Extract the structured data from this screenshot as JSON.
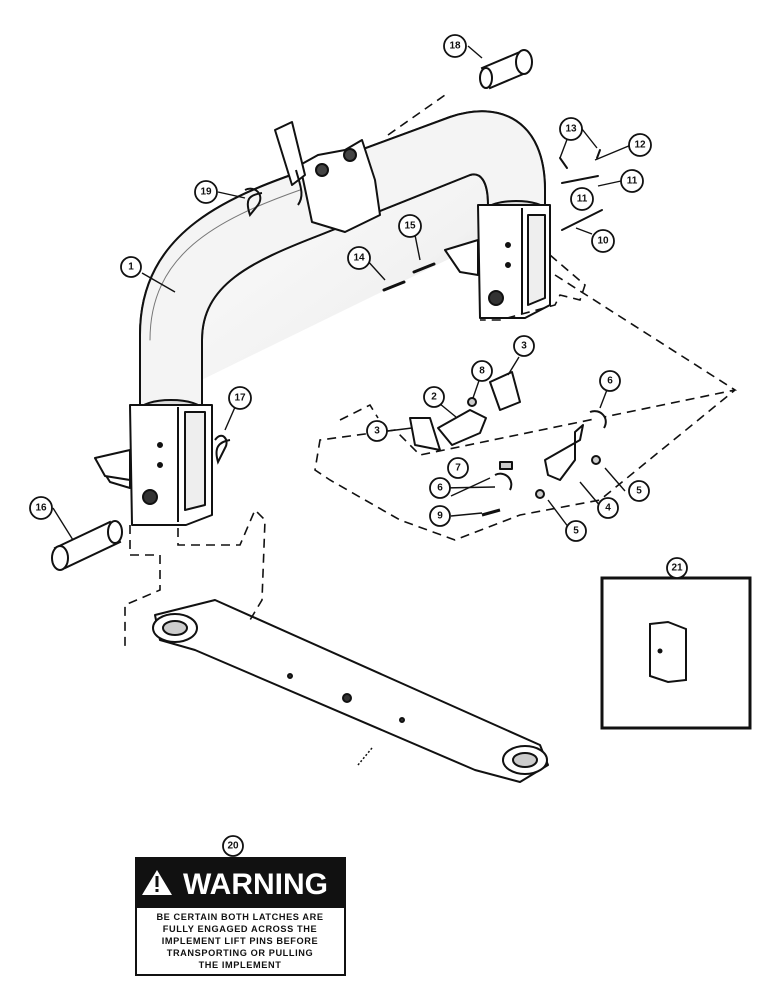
{
  "callouts": {
    "c1": "1",
    "c2": "2",
    "c3a": "3",
    "c3b": "3",
    "c4": "4",
    "c5a": "5",
    "c5b": "5",
    "c6a": "6",
    "c6b": "6",
    "c7": "7",
    "c8": "8",
    "c9": "9",
    "c10": "10",
    "c11a": "11",
    "c11b": "11",
    "c12": "12",
    "c13": "13",
    "c14": "14",
    "c15": "15",
    "c16": "16",
    "c17": "17",
    "c18": "18",
    "c19": "19",
    "c20": "20",
    "c21": "21"
  },
  "warning": {
    "title": "WARNING",
    "lines": [
      "BE CERTAIN BOTH LATCHES ARE",
      "FULLY ENGAGED ACROSS THE",
      "IMPLEMENT LIFT PINS BEFORE",
      "TRANSPORTING OR PULLING",
      "THE IMPLEMENT"
    ]
  }
}
